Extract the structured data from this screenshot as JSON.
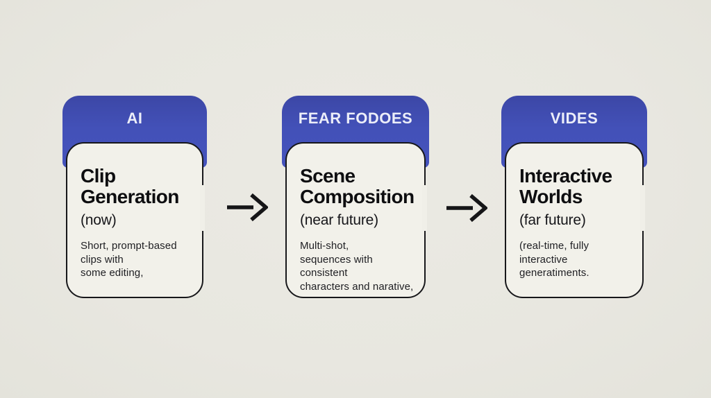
{
  "colors": {
    "page_background": "#e8e7e0",
    "header_blue": "#4351b8",
    "card_background": "#f2f1ea",
    "border_black": "#17171a",
    "header_text": "#eceef9",
    "title_text": "#0e0e10"
  },
  "cards": [
    {
      "badge": "AI",
      "title_line1": "Clip",
      "title_line2": "Generation",
      "subtitle": "(now)",
      "desc_lines": [
        "Short, prompt-based",
        "clips with",
        "some editing,"
      ]
    },
    {
      "badge": "FEAR FODOES",
      "title_line1": "Scene",
      "title_line2": "Composition",
      "subtitle": "(near future)",
      "desc_lines": [
        "Multi-shot,",
        "sequences with consistent",
        "characters and narative,"
      ]
    },
    {
      "badge": "VIDES",
      "title_line1": "Interactive",
      "title_line2": "Worlds",
      "subtitle": "(far future)",
      "desc_lines": [
        "(real-time, fully",
        "interactive",
        "generatiments."
      ]
    }
  ],
  "arrows": [
    {
      "name": "arrow-clip-to-scene"
    },
    {
      "name": "arrow-scene-to-worlds"
    }
  ]
}
